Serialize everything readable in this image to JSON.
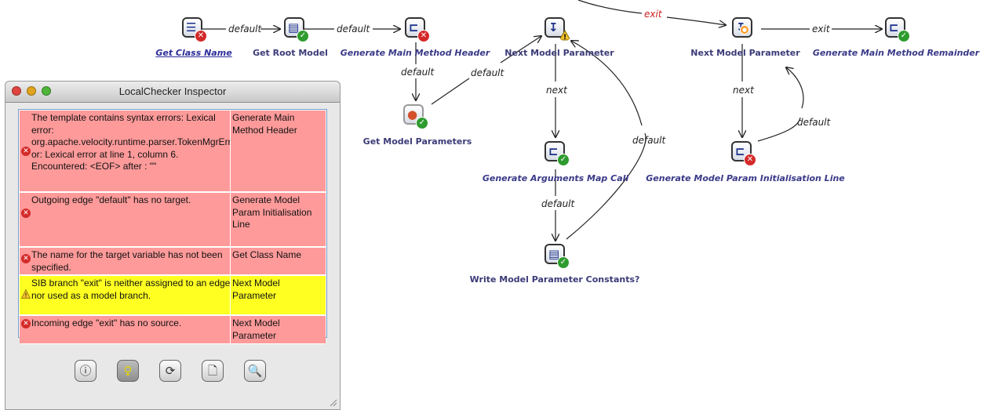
{
  "graph": {
    "nodes": [
      {
        "id": "get-class-name",
        "label": "Get Class Name",
        "style": "link",
        "glyph": "☰",
        "status": "err"
      },
      {
        "id": "get-root-model",
        "label": "Get Root Model",
        "style": "bold",
        "glyph": "▤",
        "status": "ok"
      },
      {
        "id": "generate-main-method-header",
        "label": "Generate Main Method Header",
        "style": "italic",
        "glyph": "⊏",
        "status": "err"
      },
      {
        "id": "next-model-parameter-1",
        "label": "Next Model Parameter",
        "style": "bold",
        "glyph": "↧",
        "status": "warn"
      },
      {
        "id": "next-model-parameter-2",
        "label": "Next Model Parameter",
        "style": "bold",
        "glyph": "↧",
        "status": "err"
      },
      {
        "id": "generate-main-method-remainder",
        "label": "Generate Main Method Remainder",
        "style": "italic",
        "glyph": "⊏",
        "status": "ok"
      },
      {
        "id": "get-model-parameters",
        "label": "Get Model Parameters",
        "style": "bold",
        "glyph": "●",
        "status": "ok"
      },
      {
        "id": "generate-arguments-map-call",
        "label": "Generate Arguments Map Call",
        "style": "italic",
        "glyph": "⊏",
        "status": "ok"
      },
      {
        "id": "generate-model-param-init-line",
        "label": "Generate Model Param Initialisation Line",
        "style": "italic",
        "glyph": "⊏",
        "status": "err"
      },
      {
        "id": "write-model-parameter-constants",
        "label": "Write Model Parameter Constants?",
        "style": "bold",
        "glyph": "▤",
        "status": "ok"
      }
    ],
    "edges": [
      {
        "id": "e1",
        "label": "default"
      },
      {
        "id": "e2",
        "label": "default"
      },
      {
        "id": "e3",
        "label": "default"
      },
      {
        "id": "e4",
        "label": "default"
      },
      {
        "id": "e5",
        "label": "next"
      },
      {
        "id": "e6",
        "label": "default"
      },
      {
        "id": "e7",
        "label": "default"
      },
      {
        "id": "e8",
        "label": "exit",
        "color": "#cc2222"
      },
      {
        "id": "e9",
        "label": "exit"
      },
      {
        "id": "e10",
        "label": "next"
      },
      {
        "id": "e11",
        "label": "default"
      }
    ]
  },
  "inspector": {
    "title": "LocalChecker Inspector",
    "rows": [
      {
        "severity": "error",
        "message": "The template contains syntax errors: Lexical error: org.apache.velocity.runtime.parser.TokenMgrError: Lexical error at line 1, column 6.  Encountered: <EOF> after : \"\"",
        "object": "Generate Main Method Header",
        "color": "#ff9a9a"
      },
      {
        "severity": "error",
        "message": "Outgoing edge \"default\" has no target.",
        "object": "Generate Model Param Initialisation Line",
        "color": "#ff9a9a"
      },
      {
        "severity": "error",
        "message": "The name for the target variable has not been specified.",
        "object": "Get Class Name",
        "color": "#ff9a9a"
      },
      {
        "severity": "warning",
        "message": "SIB branch \"exit\" is neither assigned to an edge nor used as a model branch.",
        "object": "Next Model Parameter",
        "color": "#ffff22"
      },
      {
        "severity": "error",
        "message": "Incoming edge \"exit\" has no source.",
        "object": "Next Model Parameter",
        "color": "#ff9a9a"
      }
    ],
    "toolbar": [
      {
        "name": "info-bubble-icon",
        "glyph": "ⓘ"
      },
      {
        "name": "lightbulb-icon",
        "glyph": "♀"
      },
      {
        "name": "refresh-icon",
        "glyph": "⟳"
      },
      {
        "name": "document-icon",
        "glyph": "🗋"
      },
      {
        "name": "document-search-icon",
        "glyph": "🔍"
      }
    ]
  }
}
